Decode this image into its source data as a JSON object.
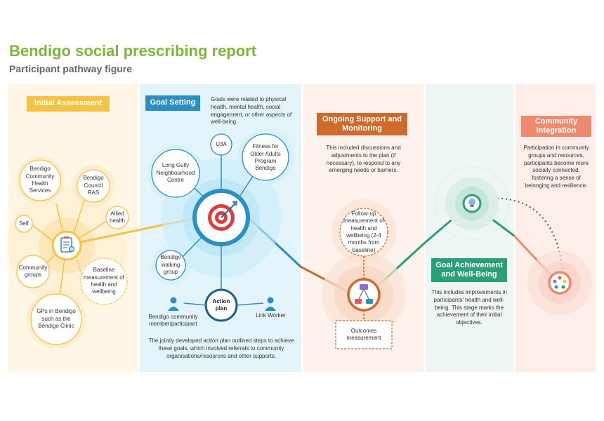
{
  "header": {
    "title": "Bendigo social prescribing report",
    "subtitle": "Participant pathway figure"
  },
  "stages": {
    "initial": {
      "title": "Initial Assessment",
      "sources": [
        "Bendigo Community Health Services",
        "Bendigo Council RAS",
        "Allied health",
        "Self",
        "Community groups",
        "GPs in Bendigo such as the Bendigo Clinic"
      ],
      "baseline": "Baseline measurement of health and wellbeing"
    },
    "goal": {
      "title": "Goal Setting",
      "description": "Goals were related to physical health, mental health, social engagement, or other aspects of well-being.",
      "goals": [
        "Long Gully Neighbourhood Centre",
        "U3A",
        "Fitness for Older Adults Program Bendigo",
        "Bendigo walking group"
      ],
      "action_plan": "Action plan",
      "participant": "Bendigo community member/participant",
      "link_worker": "Link Worker",
      "footer": "The jointly developed action plan outlined steps to achieve these goals, which involved referrals to community organisations/resources and other supports."
    },
    "support": {
      "title": "Ongoing Support and Monitoring",
      "description": "This included discussions and adjustments to the plan (if necessary), to respond to any emerging needs or barriers.",
      "followup": "Follow-up measurement of health and wellbeing (2-4 months from baseline)",
      "outcomes": "Outcomes measurement"
    },
    "achievement": {
      "title": "Goal Achievement and Well-Being",
      "description": "This includes improvements in participants' health and well-being. This stage marks the achievement of their initial objectives."
    },
    "integration": {
      "title": "Community Integration",
      "description": "Participation in community groups and resources, participants become more socially connected, fostering a sense of belonging and resilience."
    }
  },
  "colors": {
    "green": "#7ab73a",
    "yellow": "#f5c242",
    "blue": "#2a8fc5",
    "orange": "#d06a2a",
    "teal": "#2aa07a",
    "salmon": "#ee8a6e"
  }
}
